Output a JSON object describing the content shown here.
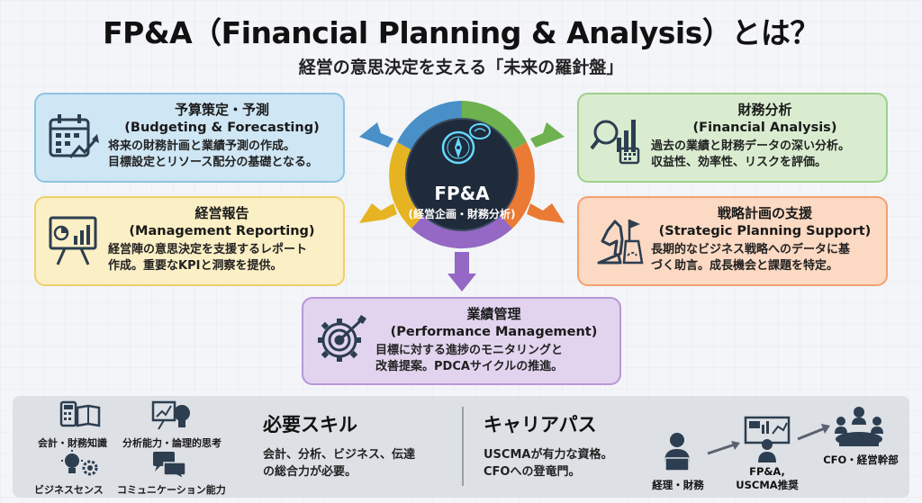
{
  "title": "FP&A（Financial Planning & Analysis）とは？",
  "subtitle": "経営の意思決定を支える「未来の羅針盤」",
  "center": {
    "main": "FP&A",
    "sub": "(経営企画・財務分析)"
  },
  "cards": {
    "budgeting": {
      "title_jp": "予算策定・予測",
      "title_en": "(Budgeting & Forecasting)",
      "desc1": "将来の財務計画と業績予測の作成。",
      "desc2": "目標設定とリソース配分の基礎となる。",
      "icon": "calendar-chart-icon"
    },
    "financial": {
      "title_jp": "財務分析",
      "title_en": "(Financial Analysis)",
      "desc1": "過去の業績と財務データの深い分析。",
      "desc2": "収益性、効率性、リスクを評価。",
      "icon": "magnifier-chart-icon"
    },
    "reporting": {
      "title_jp": "経営報告",
      "title_en": "(Management Reporting)",
      "desc1": "経営陣の意思決定を支援するレポート",
      "desc2": "作成。重要なKPIと洞察を提供。",
      "icon": "presentation-board-icon"
    },
    "strategic": {
      "title_jp": "戦略計画の支援",
      "title_en": "(Strategic Planning Support)",
      "desc1": "長期的なビジネス戦略へのデータに基",
      "desc2": "づく助言。成長機会と課題を特定。",
      "icon": "chess-knight-icon"
    },
    "performance": {
      "title_jp": "業績管理",
      "title_en": "(Performance Management)",
      "desc1": "目標に対する進捗のモニタリングと",
      "desc2": "改善提案。PDCAサイクルの推進。",
      "icon": "gear-target-icon"
    }
  },
  "skills": {
    "items": [
      "会計・財務知識",
      "分析能力・論理的思考",
      "ビジネスセンス",
      "コミュニケーション能力"
    ],
    "title": "必要スキル",
    "desc1": "会計、分析、ビジネス、伝達",
    "desc2": "の総合力が必要。"
  },
  "career": {
    "title": "キャリアパス",
    "desc1": "USCMAが有力な資格。",
    "desc2": "CFOへの登竜門。",
    "steps": [
      "経理・財務",
      "FP&A,",
      "USCMA推奨",
      "CFO・経営幹部"
    ]
  },
  "colors": {
    "blue": "#4a90c8",
    "green": "#6db24e",
    "yellow": "#e6b422",
    "orange": "#ea7a34",
    "purple": "#9468c4",
    "center_dark": "#1f2a3a"
  }
}
